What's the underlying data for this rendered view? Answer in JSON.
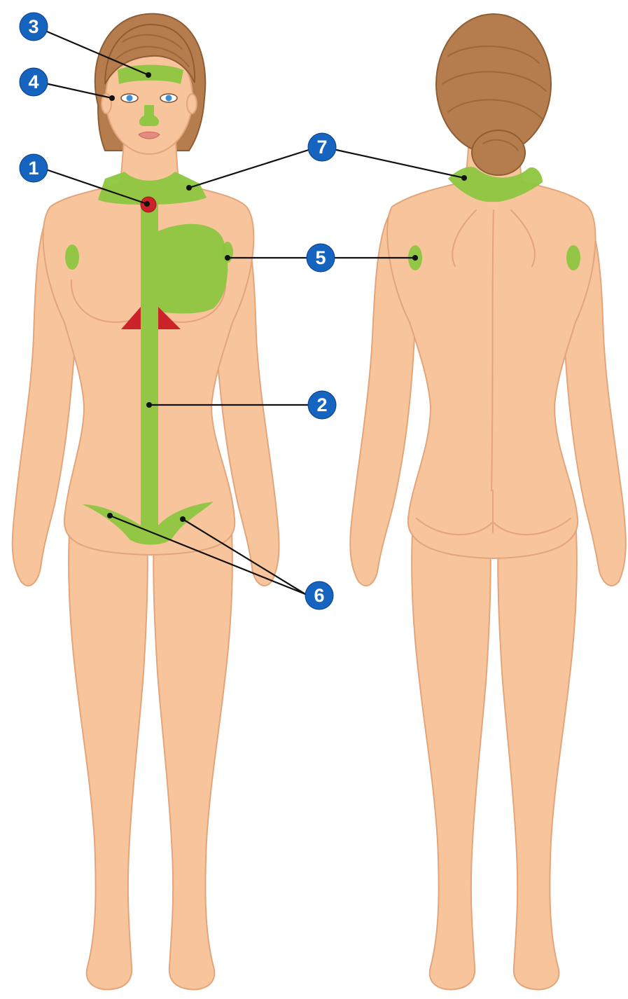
{
  "colors": {
    "background": "#ffffff",
    "skin": "#f7c49c",
    "hair": "#b57d4e",
    "zone_green": "#8cc63f",
    "zone_red": "#cc2229",
    "badge_blue": "#1565c0",
    "leader": "#111111"
  },
  "markers": [
    {
      "label": "1"
    },
    {
      "label": "2"
    },
    {
      "label": "3"
    },
    {
      "label": "4"
    },
    {
      "label": "5"
    },
    {
      "label": "6"
    },
    {
      "label": "7"
    }
  ]
}
